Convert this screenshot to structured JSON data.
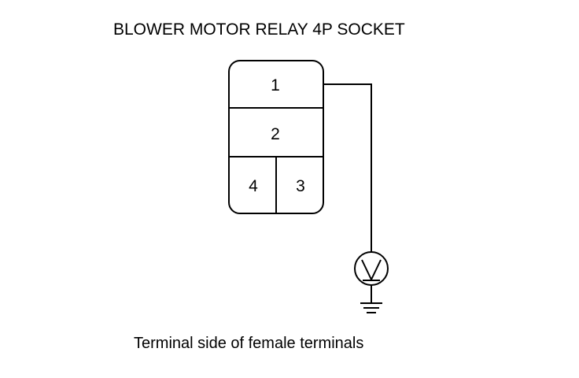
{
  "title": "BLOWER MOTOR RELAY 4P SOCKET",
  "caption": "Terminal side of female terminals",
  "terminals": {
    "t1": "1",
    "t2": "2",
    "t3": "3",
    "t4": "4"
  },
  "meter": {
    "symbol": "V",
    "icon": "voltmeter-icon"
  },
  "ground": {
    "icon": "ground-icon"
  },
  "colors": {
    "line": "#000000",
    "background": "#ffffff"
  }
}
